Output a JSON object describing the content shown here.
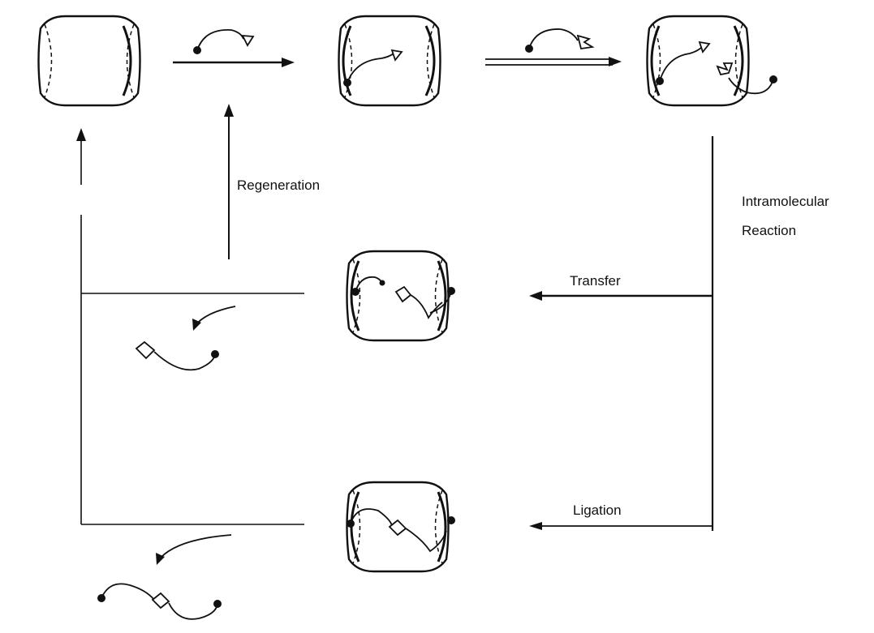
{
  "labels": {
    "regeneration": "Regeneration",
    "intramolecular_line1": "Intramolecular",
    "intramolecular_line2": "Reaction",
    "transfer": "Transfer",
    "ligation": "Ligation"
  }
}
